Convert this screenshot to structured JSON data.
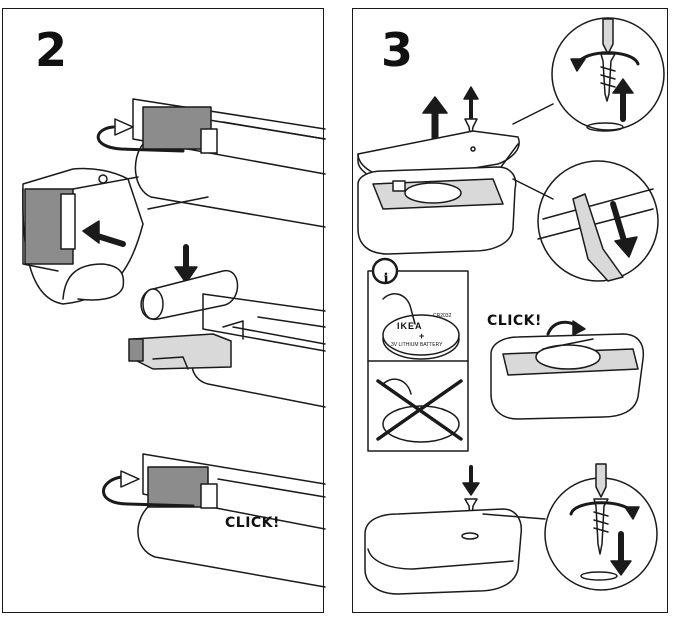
{
  "steps": [
    {
      "number": "2",
      "click_text": "CLICK!"
    },
    {
      "number": "3",
      "click_text": "CLICK!",
      "info_icon": "i",
      "battery_brand": "IKEA",
      "battery_text": "3V LITHIUM BATTERY",
      "battery_model": "CR2032",
      "battery_plus": "+"
    }
  ],
  "icons": [
    "rotate-arrow-icon",
    "push-arrow-icon",
    "lift-arrow-icon",
    "down-arrow-icon",
    "screwdriver-icon",
    "screw-icon",
    "info-icon",
    "cross-icon"
  ],
  "colors": {
    "line": "#1a1a1a",
    "shade": "#8c8c8c",
    "light": "#d9d9d9"
  }
}
